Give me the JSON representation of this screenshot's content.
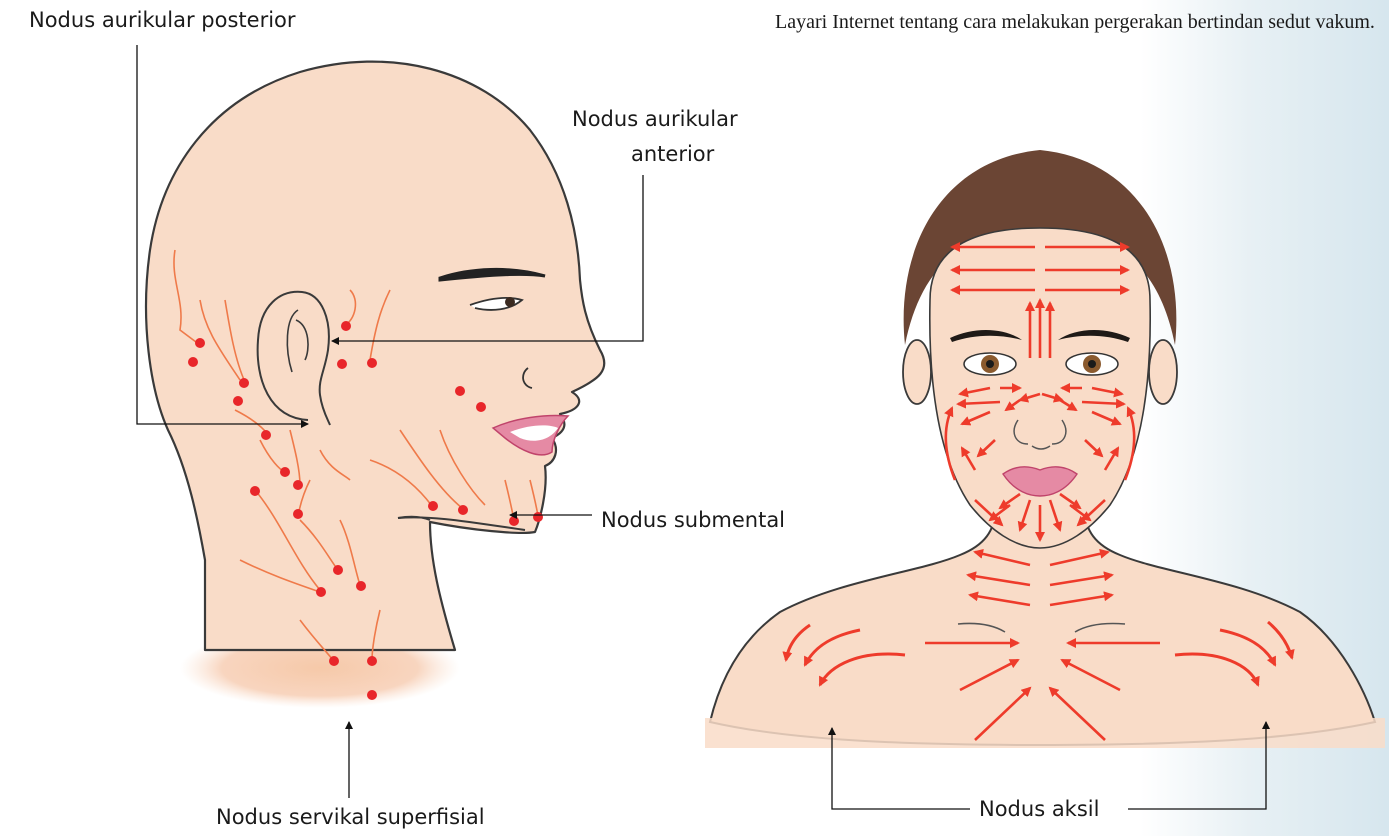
{
  "intro_text": "Layari Internet tentang cara melakukan pergerakan bertindan sedut vakum.",
  "labels": {
    "posterior": "Nodus aurikular posterior",
    "anterior_line1": "Nodus aurikular",
    "anterior_line2": "anterior",
    "submental": "Nodus submental",
    "servikal": "Nodus servikal superfisial",
    "aksil": "Nodus aksil"
  },
  "colors": {
    "skin": "#f9dcc8",
    "outline": "#3a3a3a",
    "node": "#e8262a",
    "vessel": "#ef7a4a",
    "arrow": "#ee3b2b",
    "hair": "#6b4534",
    "lip": "#e58aa4"
  }
}
